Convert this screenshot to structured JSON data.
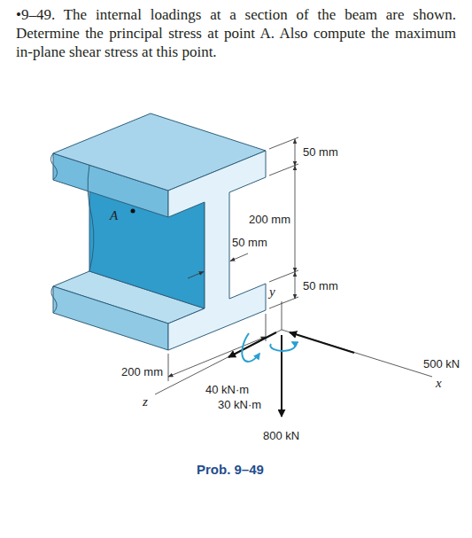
{
  "diagram": {
    "title": "•9–49. The internal loadings at a section of the beam are shown. Determine the principal stress at point A. Also compute the maximum in-plane shear stress at this point.",
    "caption": "Prob. 9–49",
    "labels": [
      "A",
      "50 mm",
      "200 mm",
      "50 mm",
      "50 mm",
      "200 mm",
      "40 kN·m",
      "30 kN·m",
      "800 kN",
      "500 kN",
      "y",
      "x",
      "z"
    ]
  }
}
